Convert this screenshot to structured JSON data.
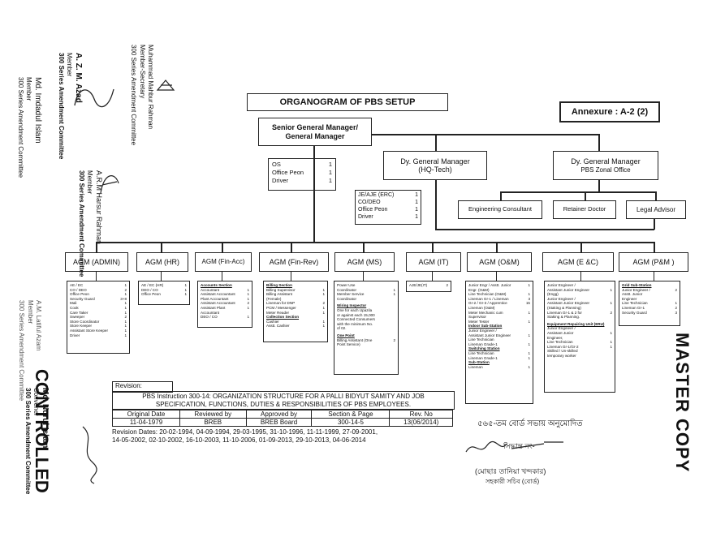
{
  "title": "ORGANOGRAM OF PBS SETUP",
  "annexure": "Annexure : A-2 (2)",
  "senior_gm": {
    "line1": "Senior General Manager/",
    "line2": "General Manager"
  },
  "sgm_staff": [
    {
      "name": "OS",
      "count": "1"
    },
    {
      "name": "Office Peon",
      "count": "1"
    },
    {
      "name": "Driver",
      "count": "1"
    }
  ],
  "dgm_hq": {
    "line1": "Dy. General Manager",
    "line2": "(HQ-Tech)"
  },
  "dgm_zonal": {
    "line1": "Dy. General Manager",
    "line2": "PBS Zonal Office"
  },
  "hq_staff": [
    {
      "name": "JE/AJE (ERC)",
      "count": "1"
    },
    {
      "name": "CO/DEO",
      "count": "1"
    },
    {
      "name": "Office Peon",
      "count": "1"
    },
    {
      "name": "Driver",
      "count": "1"
    }
  ],
  "consultants": [
    "Engineering Consultant",
    "Retainer Doctor",
    "Legal Advisor"
  ],
  "agms": [
    "AGM (ADMIN)",
    "AGM (HR)",
    "AGM (Fin-Acc)",
    "AGM (Fin-Rev)",
    "AGM (MS)",
    "AGM (IT)",
    "AGM (O&M)",
    "AGM (E &C)",
    "AGM (P&M )"
  ],
  "admin_staff": [
    [
      "AE / EC",
      "1"
    ],
    [
      "CO / DEO",
      "2"
    ],
    [
      "Office Peon",
      "1"
    ],
    [
      "Security Guard",
      "3+8"
    ],
    [
      "Mali",
      "1"
    ],
    [
      "Cook",
      "1"
    ],
    [
      "Care Taker",
      "1"
    ],
    [
      "Sweeper",
      "2"
    ],
    [
      "Store Coordinator",
      "1"
    ],
    [
      "Store Keeper",
      "1"
    ],
    [
      "Assistant Store Keeper",
      "1"
    ],
    [
      "Driver",
      "1"
    ]
  ],
  "hr_staff": [
    [
      "AE / EC (HR)",
      "1"
    ],
    [
      "DEO / CO",
      "1"
    ],
    [
      "Office Peon",
      "1"
    ]
  ],
  "finacc_staff": {
    "heading": "Accounts Section",
    "rows": [
      [
        "Accountant",
        "1"
      ],
      [
        "Assistant Accountant",
        "1"
      ],
      [
        "Plant Accountant",
        "1"
      ],
      [
        "Assistant Accountant",
        "2"
      ],
      [
        "Assistant Plant",
        "1"
      ],
      [
        "Accountant",
        ""
      ],
      [
        "DEO / CO",
        "1"
      ]
    ]
  },
  "finrev_staff": {
    "heading": "Billing Section",
    "rows": [
      [
        "Billing Supervisor",
        "1"
      ],
      [
        "Billing Assistant",
        "1"
      ],
      [
        "(Female)",
        ""
      ],
      [
        "Lineman for DNP",
        "2"
      ],
      [
        "PCM / Messenger",
        "1"
      ],
      [
        "Meter Reader",
        "1"
      ]
    ],
    "heading2": "Collection Section",
    "rows2": [
      [
        "Cashier",
        "1"
      ],
      [
        "Asstt. Cashier",
        "1"
      ]
    ]
  },
  "ms_staff": {
    "rows": [
      [
        "Power Use",
        ""
      ],
      [
        "Coordinator",
        "1"
      ],
      [
        "Member Service",
        "1"
      ],
      [
        "Coordinator",
        ""
      ]
    ],
    "heading": "Wiring Inspector",
    "text": [
      "One for each Upazila",
      "or against each 15,000",
      "Connected Consumers",
      "with the minimum No.",
      "of 02."
    ],
    "heading2": "One Point",
    "text2": [
      "Billing Assistant (One",
      "Point Service)"
    ],
    "count2": "2"
  },
  "it_staff": [
    [
      "AJE/JE(IT)",
      "2"
    ]
  ],
  "om_staff": {
    "rows": [
      [
        "Junior Engr / Asstt. Junior",
        "1"
      ],
      [
        "Engr. (O&M)",
        ""
      ],
      [
        "Line Technician (O&M)",
        "1"
      ],
      [
        "Lineman Gr-1 / Lineman",
        "3"
      ],
      [
        "Gr-2 / Gr-3 / Apprentice",
        "15"
      ],
      [
        "Lineman (O&M)",
        ""
      ],
      [
        "Meter Mechanic cum",
        "1"
      ],
      [
        "Supervisor",
        ""
      ],
      [
        "Meter Tester",
        "1"
      ]
    ],
    "heading": "Indoor Sub-Station",
    "rows2": [
      [
        "Junior Engineer /",
        ""
      ],
      [
        "Assistant Junior Engineer",
        "1"
      ],
      [
        "Line Technician",
        ""
      ],
      [
        "Lineman Grade-1",
        "1"
      ]
    ],
    "heading2": "Switching Station",
    "rows3": [
      [
        "Line Technician",
        "1"
      ],
      [
        "Lineman Grade-1",
        "1"
      ]
    ],
    "heading3": "Sub-Station",
    "rows4": [
      [
        "Lineman",
        "1"
      ]
    ]
  },
  "ec_staff": {
    "rows": [
      [
        "Junior Engineer /",
        ""
      ],
      [
        "Assistant Junior Engineer",
        "1"
      ],
      [
        "(Engg)",
        ""
      ],
      [
        "Junior Engineer /",
        ""
      ],
      [
        "Assistant Junior Engineer",
        "1"
      ],
      [
        "(Staking & Planning)",
        ""
      ],
      [
        "Lineman Gr-1 & 2 for",
        "2"
      ],
      [
        "Staking & Planning.",
        ""
      ]
    ],
    "heading": "Equipment Repairing Unit (ERU)",
    "rows2": [
      [
        "Junior Engineer /",
        ""
      ],
      [
        "Assistant Junior",
        "1"
      ],
      [
        "Engineer,",
        ""
      ],
      [
        "Line Technician",
        "1"
      ],
      [
        "Lineman Gr-1/Gr-2",
        "1"
      ],
      [
        "Skilled / Un-skilled",
        ""
      ],
      [
        "temporary worker",
        ""
      ]
    ]
  },
  "pm_staff": {
    "heading": "Grid Sub-Station",
    "rows": [
      [
        "Junior Engineer /",
        "2"
      ],
      [
        "Asstt. Junior",
        ""
      ],
      [
        "Engineer",
        ""
      ],
      [
        "Line Technician",
        "1"
      ],
      [
        "Lineman Gr-1",
        "2"
      ],
      [
        "Security Guard",
        "3"
      ]
    ]
  },
  "revision": {
    "label": "Revision:",
    "instruction1": "PBS Instruction 300-14: ORGANIZATION STRUCTURE FOR A PALLI BIDYUT SAMITY AND JOB",
    "instruction2": "SPECIFICATION, FUNCTIONS, DUTIES & RESPONSIBILITIES OF PBS EMPLOYEES.",
    "headers": [
      "Original Date",
      "Reviewed by",
      "Approved by",
      "Section & Page",
      "Rev. No"
    ],
    "values": [
      "11-04-1979",
      "BREB",
      "BREB Board",
      "300-14-5",
      "13(06/2014)"
    ],
    "dates1": "Revision Dates: 20-02-1994, 04-09-1994, 29-03-1995, 31-10-1996, 11-11-1999, 27-09-2001,",
    "dates2": "14-05-2002, 02-10-2002, 16-10-2003, 11-10-2006, 01-09-2013, 29-10-2013, 04-06-2014"
  },
  "bangla_approved": "৫৬৫-তম বোর্ড সভায় অনুমোদিত",
  "bangla_decision": "সিদ্ধান্ত নং-",
  "bangla_name": "(মোছাঃ তানিয়া খন্দকার)",
  "bangla_designation": "সহকারী সচিব (বোর্ড)",
  "master_copy": "MASTER COPY",
  "controlled": "CONTROLLED",
  "signatories": {
    "azad_name": "A. Z. M. Azad",
    "azad_role": "Member",
    "azad_committee": "300 Series Amendment Committee",
    "imdadul_name": "Md. Imdadul Islam",
    "imdadul_role": "Member",
    "imdadul_committee": "300 Series Amendment Committee",
    "mahbub_name": "Muhammad Mahbur Rahman",
    "mahbub_role": "Member-Secretary",
    "mahbub_committee": "300 Series Amendment Committee",
    "arm_name": "A.R.M Harsur Rahman",
    "arm_role": "Member",
    "arm_committee": "300 Series Amendment Committee",
    "nurul_name": "Md. Nurul Islam",
    "nurul_role": "Convener",
    "nurul_committee": "300 Series Amendment Committee",
    "latiful_name": "A.M. Latiful Azam",
    "latiful_role": "Member",
    "latiful_committee": "300 Series Amendment Committee"
  }
}
